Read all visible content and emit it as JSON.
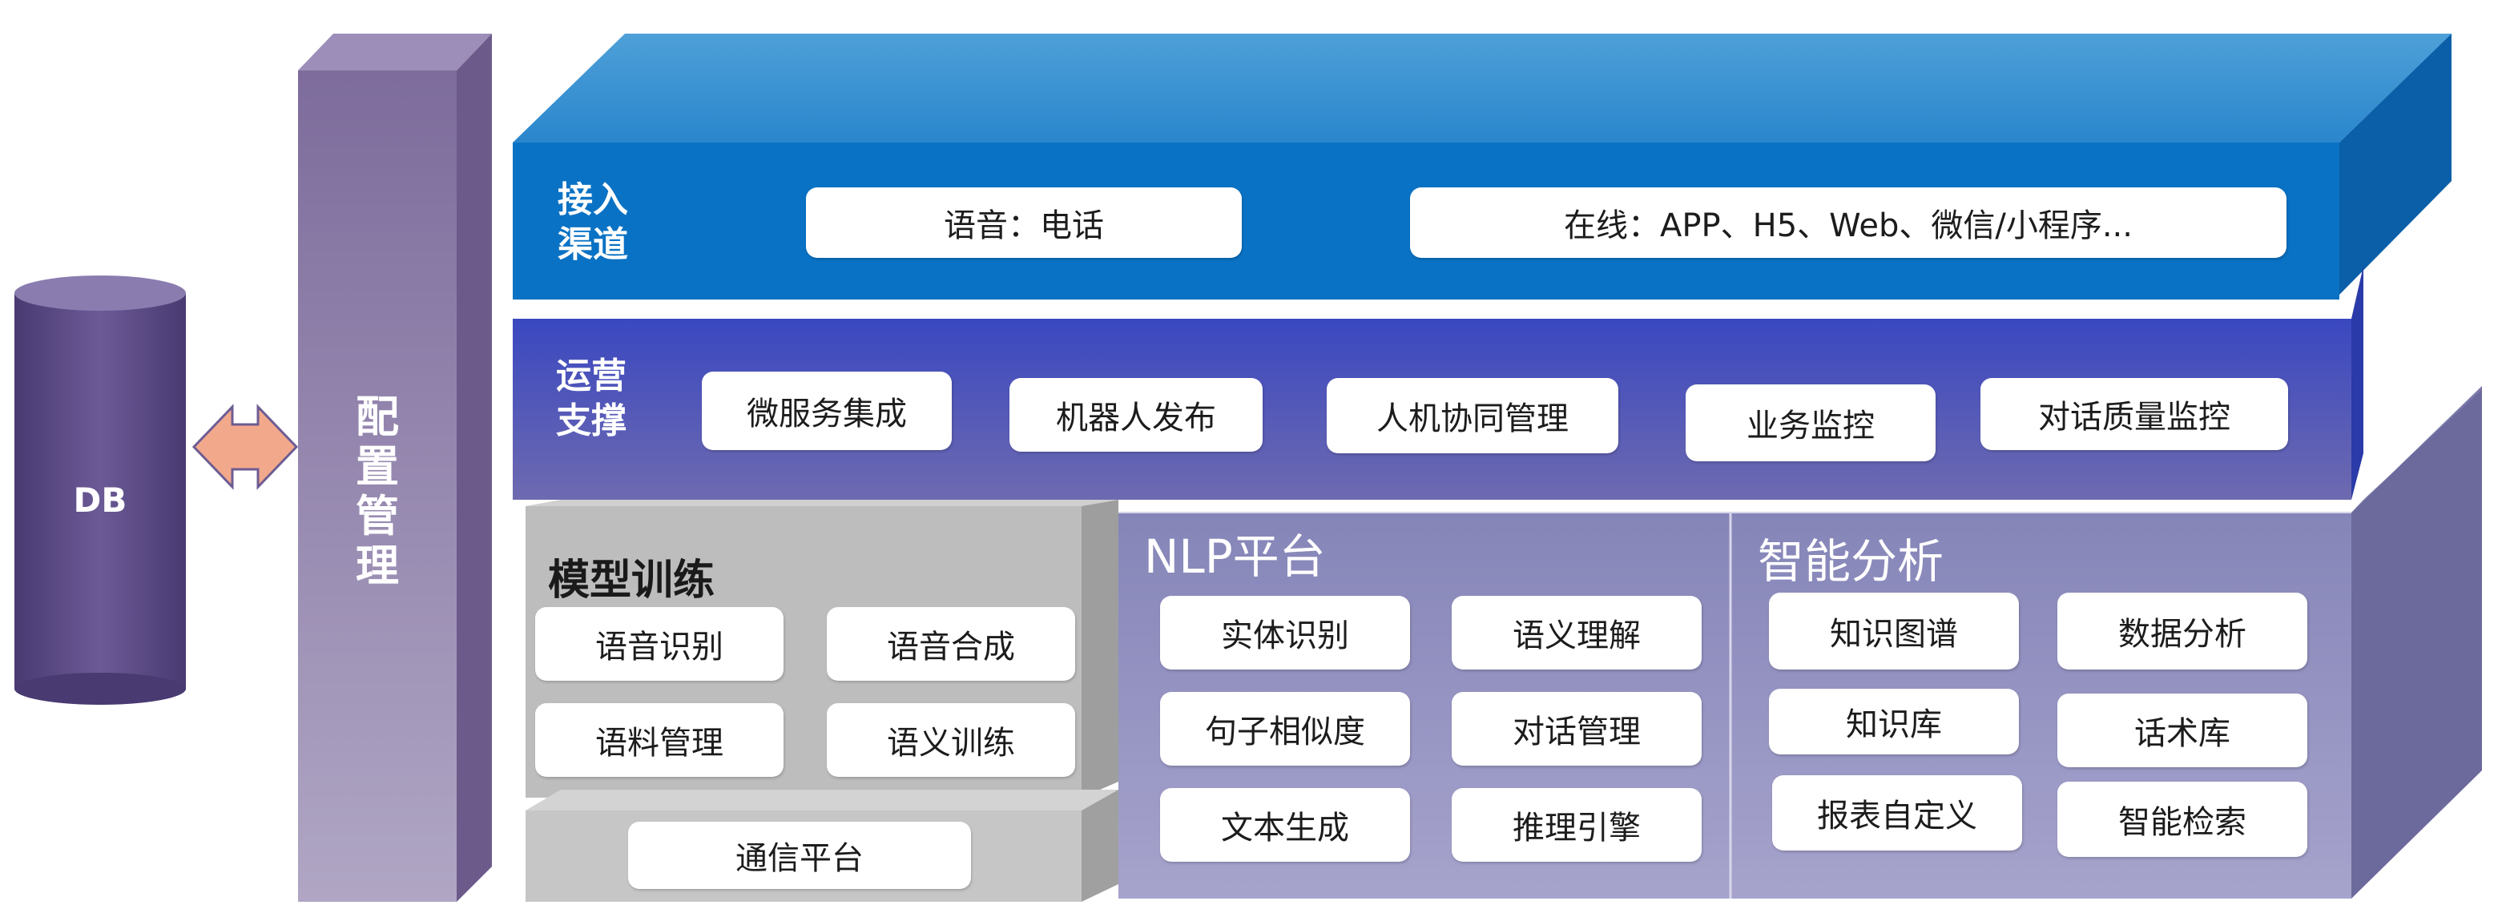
{
  "db": {
    "label": "DB"
  },
  "config": {
    "label": "配置管理",
    "chars": [
      "配",
      "置",
      "管",
      "理"
    ]
  },
  "access_layer": {
    "label_lines": [
      "接入",
      "渠道"
    ],
    "items": [
      "语音：电话",
      "在线：APP、H5、Web、微信/小程序..."
    ]
  },
  "ops_layer": {
    "label_lines": [
      "运营",
      "支撑"
    ],
    "items": [
      "微服务集成",
      "机器人发布",
      "人机协同管理",
      "业务监控",
      "对话质量监控"
    ]
  },
  "model_training": {
    "title": "模型训练",
    "items": [
      "语音识别",
      "语音合成",
      "语料管理",
      "语义训练"
    ]
  },
  "communication": {
    "label": "通信平台"
  },
  "nlp_platform": {
    "title": "NLP平台",
    "items": [
      "实体识别",
      "语义理解",
      "句子相似度",
      "对话管理",
      "文本生成",
      "推理引擎"
    ]
  },
  "smart_analysis": {
    "title": "智能分析",
    "items": [
      "知识图谱",
      "数据分析",
      "知识库",
      "话术库",
      "报表自定义",
      "智能检索"
    ]
  },
  "colors": {
    "access_blue": "#0a72c4",
    "ops_blue": "#3a48c0",
    "config_purple": "#9284ae",
    "db_purple": "#5c4b86",
    "training_gray": "#bdbdbd",
    "nlp_lavender": "#8d8bbb",
    "arrow_salmon": "#f2a98b"
  }
}
